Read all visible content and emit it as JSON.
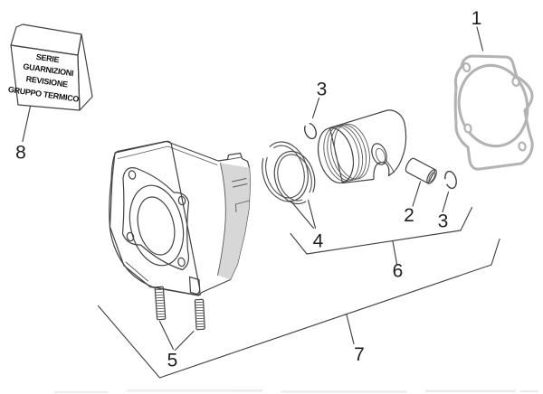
{
  "palette": {
    "line": "#424242",
    "label": "#1e1e1e",
    "gasket": "#b3b3b3",
    "metal_light": "#f6f6f6",
    "metal_mid": "#ededed",
    "metal_body": "#e3e3e3",
    "metal_shadow": "#d7d7d7",
    "background": "#ffffff"
  },
  "placard": {
    "lines": [
      "SERIE",
      "GUARNIZIONI",
      "REVISIONE",
      "GRUPPO TERMICO"
    ]
  },
  "callouts": [
    {
      "num": "1"
    },
    {
      "num": "2"
    },
    {
      "num": "3"
    },
    {
      "num": "3"
    },
    {
      "num": "4"
    },
    {
      "num": "5"
    },
    {
      "num": "6"
    },
    {
      "num": "7"
    },
    {
      "num": "8"
    }
  ]
}
